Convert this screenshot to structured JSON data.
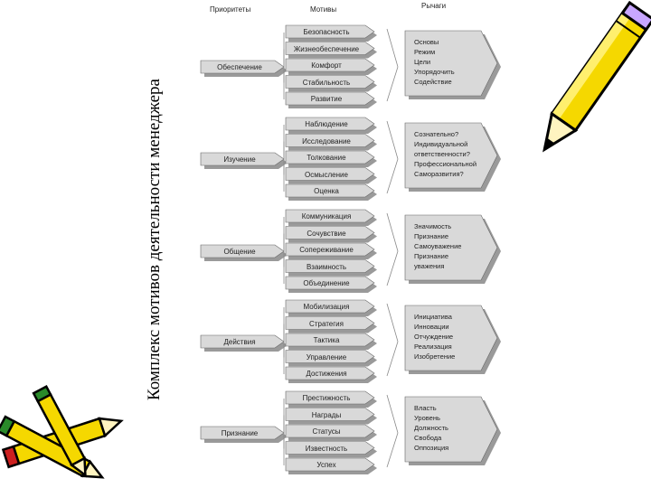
{
  "title": "Комплекс мотивов деятельности менеджера",
  "headers": {
    "priorities": "Приоритеты",
    "motives": "Мотивы",
    "levers": "Рычаги"
  },
  "groups": [
    {
      "priority": "Обеспечение",
      "motives": [
        "Безопасность",
        "Жизнеобеспечение",
        "Комфорт",
        "Стабильность",
        "Развитие"
      ],
      "levers": [
        "Основы",
        "Режим",
        "Цели",
        "Упорядочить",
        "Содействие"
      ]
    },
    {
      "priority": "Изучение",
      "motives": [
        "Наблюдение",
        "Исследование",
        "Толкование",
        "Осмысление",
        "Оценка"
      ],
      "levers": [
        "Сознательно?",
        "Индивидуальной",
        "ответственности?",
        "Профессиональной",
        "Саморазвития?"
      ]
    },
    {
      "priority": "Общение",
      "motives": [
        "Коммуникация",
        "Сочувствие",
        "Сопереживание",
        "Взаимность",
        "Объединение"
      ],
      "levers": [
        "Значимость",
        "Признание",
        "Самоуважение",
        "Признание",
        "уважения"
      ]
    },
    {
      "priority": "Действия",
      "motives": [
        "Мобилизация",
        "Стратегия",
        "Тактика",
        "Управление",
        "Достижения"
      ],
      "levers": [
        "Инициатива",
        "Инновации",
        "Отчуждение",
        "Реализация",
        "Изобретение"
      ]
    },
    {
      "priority": "Признание",
      "motives": [
        "Престижность",
        "Награды",
        "Статусы",
        "Известность",
        "Успех"
      ],
      "levers": [
        "Власть",
        "Уровень",
        "Должность",
        "Свобода",
        "Оппозиция"
      ]
    }
  ],
  "colors": {
    "box_face": "#d9d9d9",
    "box_shadow": "#9a9a9a",
    "box_stroke": "#666666",
    "pencil_yellow": "#f5d800",
    "pencil_outline": "#000000"
  },
  "icons": [
    "pencil-icon",
    "pencils-icon"
  ]
}
